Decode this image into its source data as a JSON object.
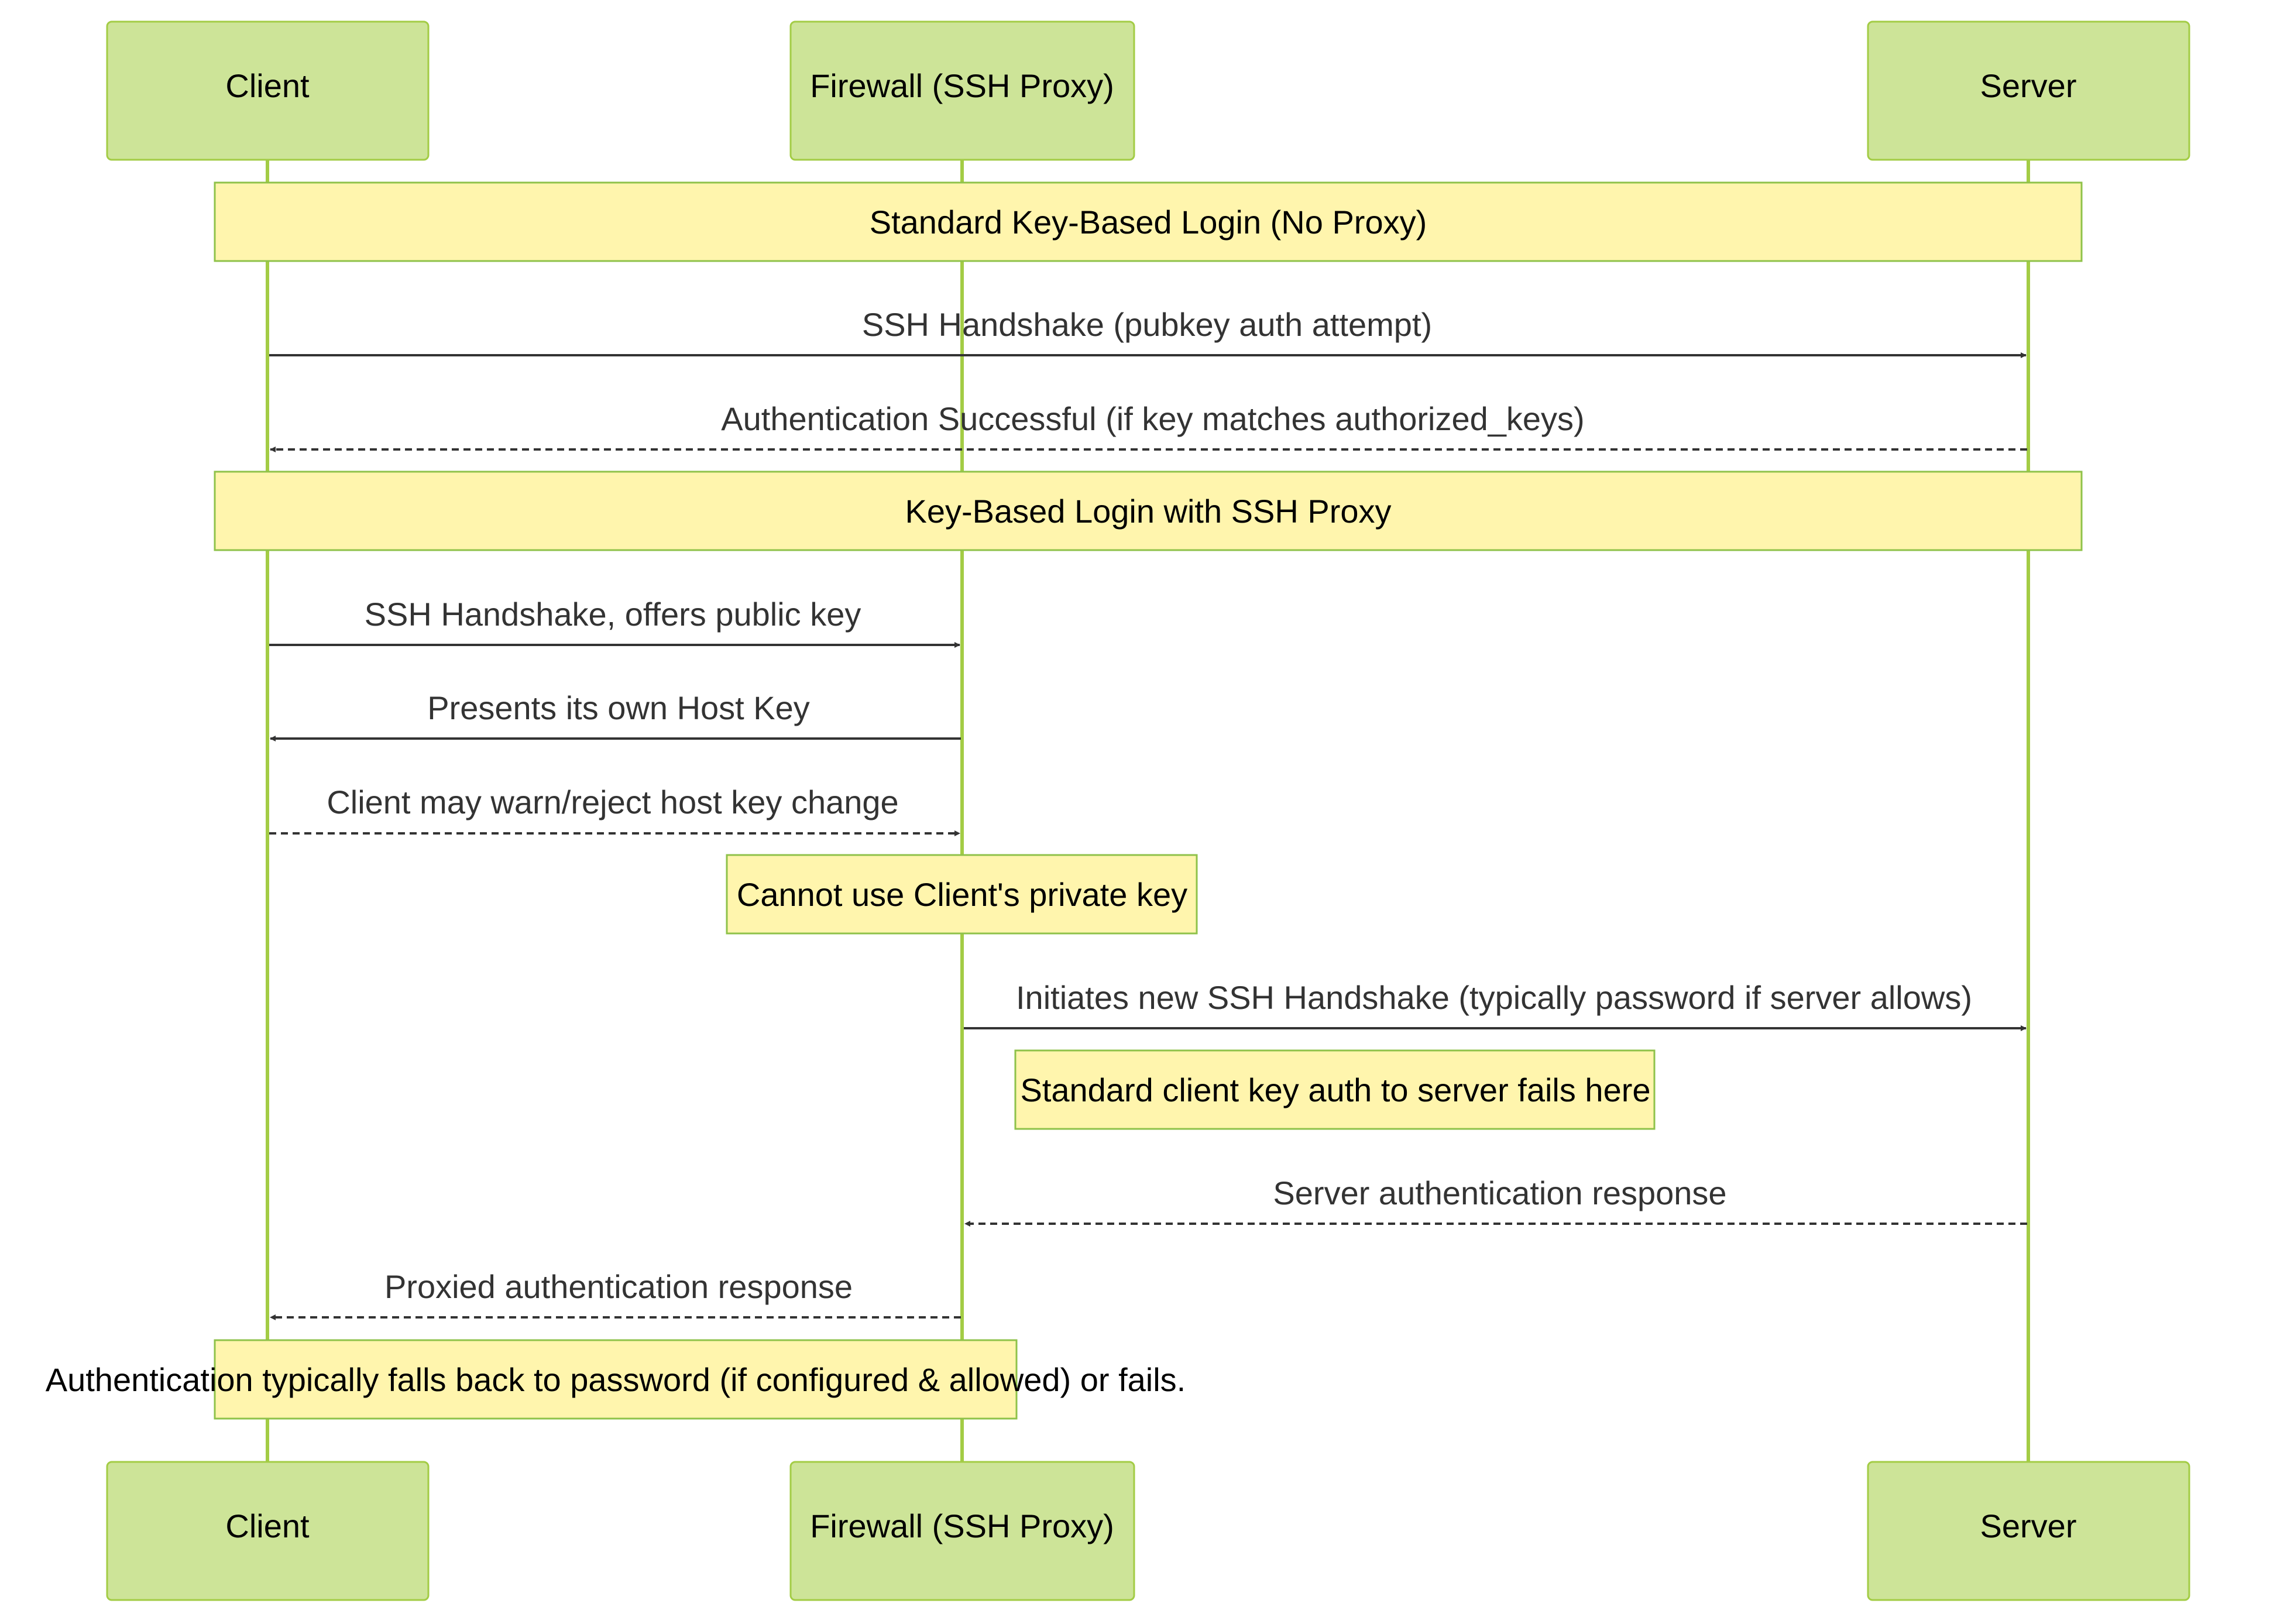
{
  "actors": [
    {
      "id": "client",
      "label": "Client"
    },
    {
      "id": "firewall",
      "label": "Firewall (SSH Proxy)"
    },
    {
      "id": "server",
      "label": "Server"
    }
  ],
  "sections": [
    {
      "label": "Standard Key-Based Login (No Proxy)"
    },
    {
      "label": "Key-Based Login with SSH Proxy"
    }
  ],
  "messages": [
    {
      "from": "client",
      "to": "server",
      "label": "SSH Handshake (pubkey auth attempt)",
      "style": "solid"
    },
    {
      "from": "server",
      "to": "client",
      "label": "Authentication Successful (if key matches authorized_keys)",
      "style": "dashed"
    },
    {
      "from": "client",
      "to": "firewall",
      "label": "SSH Handshake, offers public key",
      "style": "solid"
    },
    {
      "from": "firewall",
      "to": "client",
      "label": "Presents its own Host Key",
      "style": "solid"
    },
    {
      "from": "client",
      "to": "firewall",
      "label": "Client may warn/reject host key change",
      "style": "dashed"
    },
    {
      "from": "firewall",
      "to": "server",
      "label": "Initiates new SSH Handshake (typically password if server allows)",
      "style": "solid"
    },
    {
      "from": "server",
      "to": "firewall",
      "label": "Server authentication response",
      "style": "dashed"
    },
    {
      "from": "firewall",
      "to": "client",
      "label": "Proxied authentication response",
      "style": "dashed"
    }
  ],
  "notes": [
    {
      "label": "Cannot use Client's private key"
    },
    {
      "label": "Standard client key auth to server fails here"
    },
    {
      "label": "Authentication typically falls back to password (if configured & allowed) or fails."
    }
  ],
  "colors": {
    "actor_fill": "#cde498",
    "actor_stroke": "#a3cc45",
    "lifeline": "#a3cc45",
    "note_fill": "#fff5ad",
    "note_stroke": "#8fc24a",
    "arrow": "#333333"
  }
}
